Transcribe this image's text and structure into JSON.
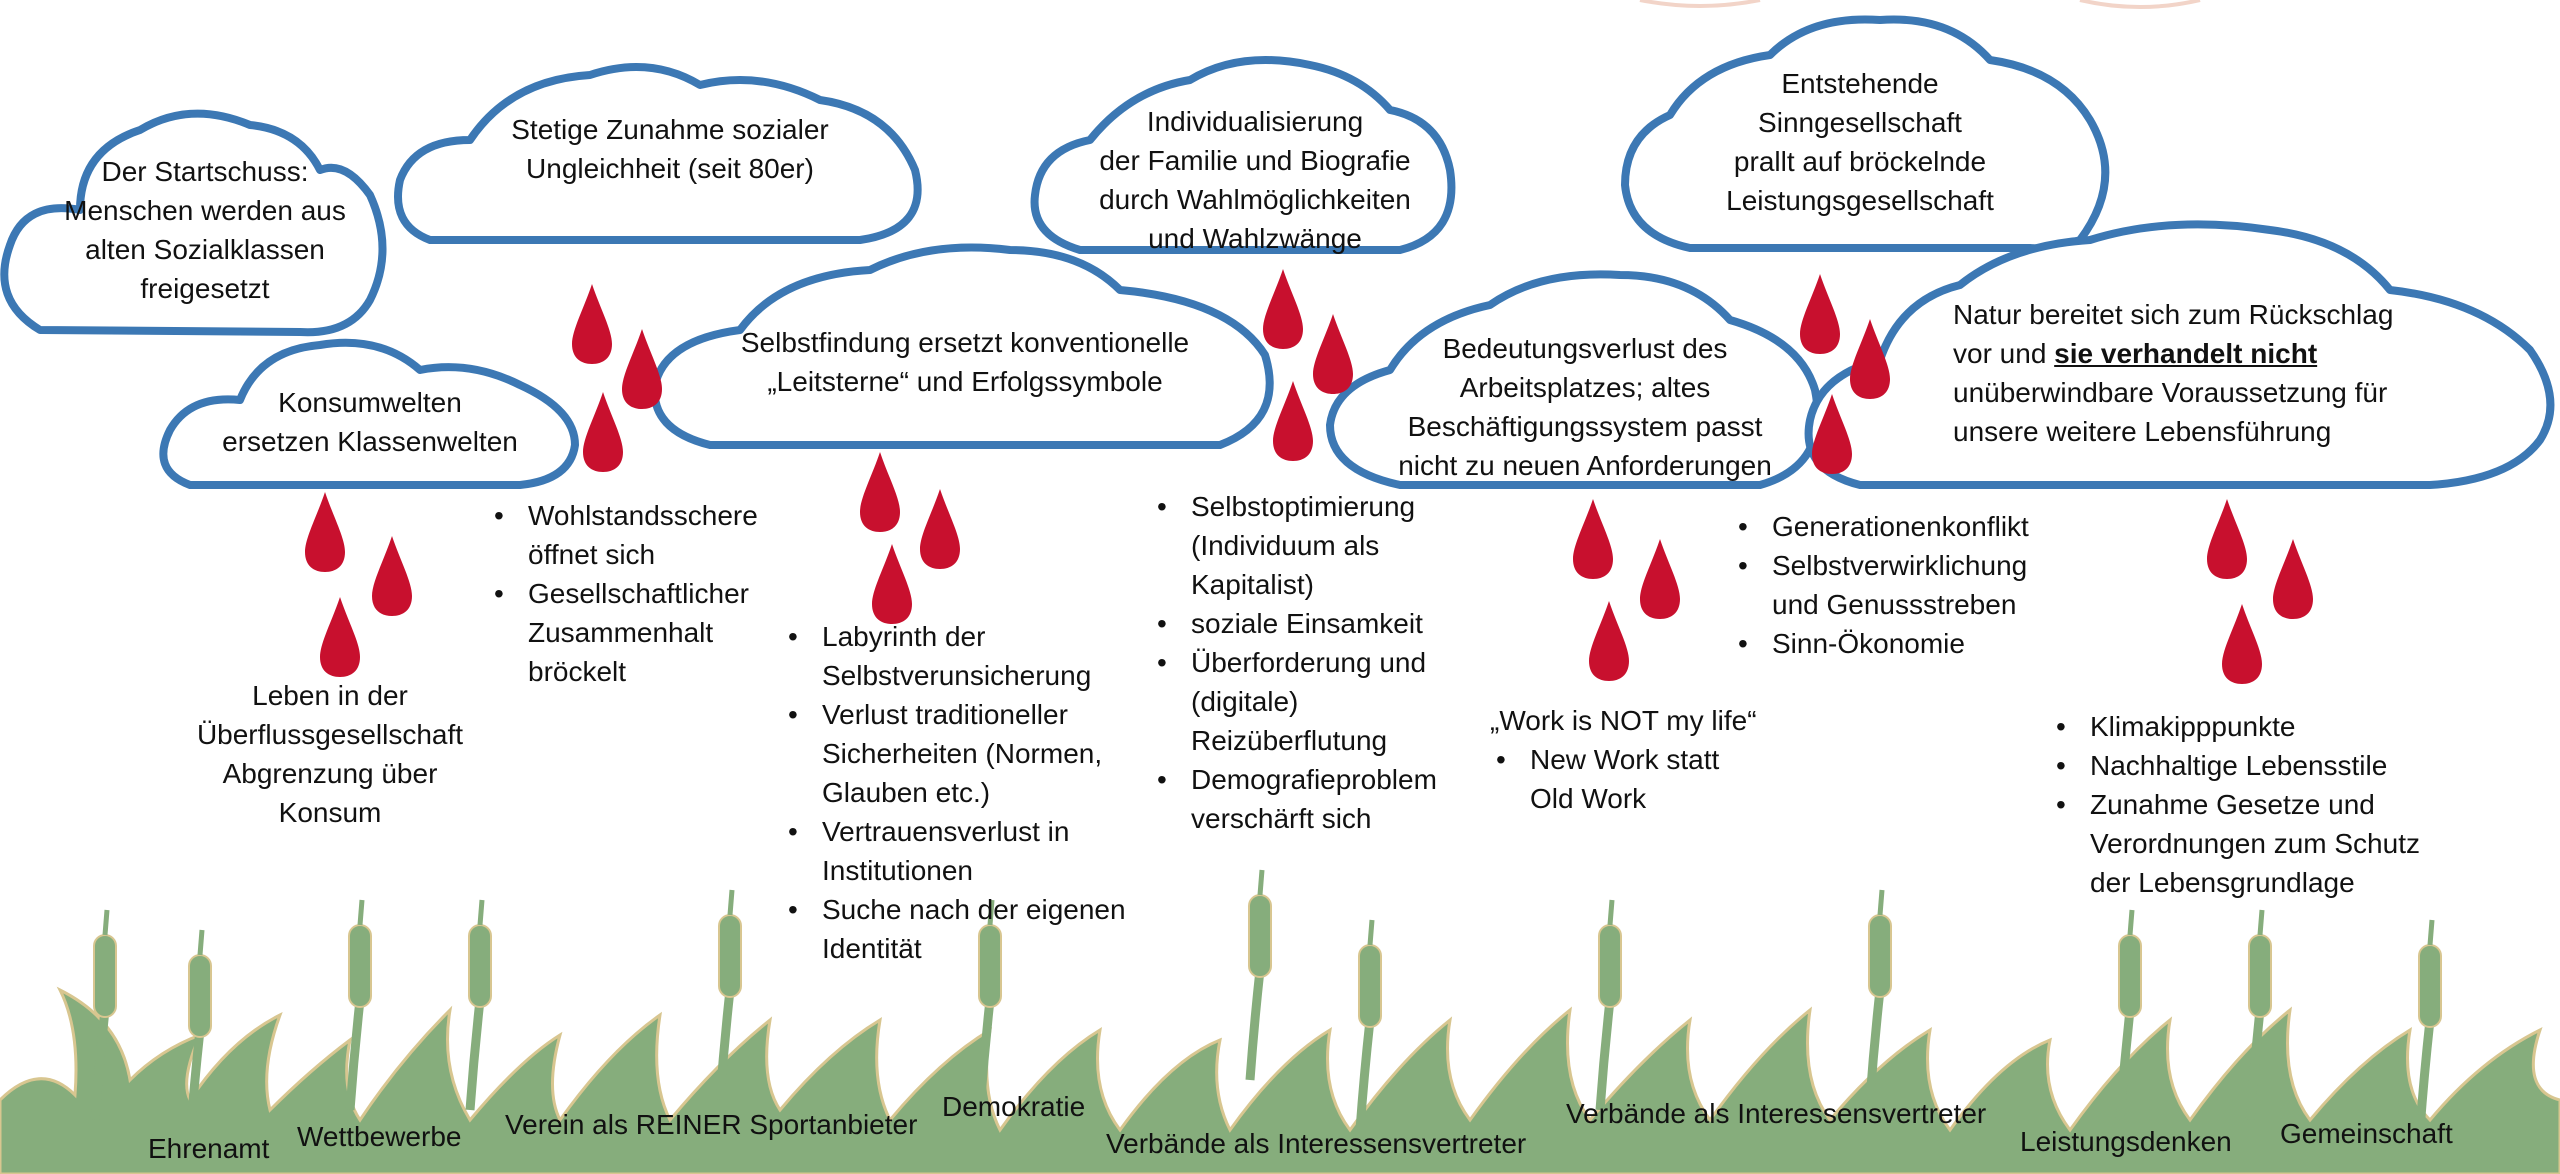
{
  "colors": {
    "cloud_stroke": "#3c78b4",
    "cloud_fill": "#ffffff",
    "drop": "#c8102e",
    "grass": "#86ad7c",
    "grass_edge": "#d8c690"
  },
  "clouds": {
    "startschuss": [
      "Der Startschuss:",
      "Menschen werden aus",
      "alten Sozialklassen",
      "freigesetzt"
    ],
    "konsumwelten": [
      "Konsumwelten",
      "ersetzen Klassenwelten"
    ],
    "ungleichheit": [
      "Stetige Zunahme sozialer",
      "Ungleichheit (seit 80er)"
    ],
    "selbstfindung": [
      "Selbstfindung ersetzt konventionelle",
      "„Leitsterne“ und Erfolgssymbole"
    ],
    "individualisierung": [
      "Individualisierung",
      "der Familie und Biografie",
      "durch Wahlmöglichkeiten",
      "und Wahlzwänge"
    ],
    "bedeutungsverlust": [
      "Bedeutungsverlust des",
      "Arbeitsplatzes; altes",
      "Beschäftigungssystem passt",
      "nicht zu neuen Anforderungen"
    ],
    "sinngesellschaft": [
      "Entstehende",
      "Sinngesellschaft",
      "prallt auf bröckelnde",
      "Leistungsgesellschaft"
    ],
    "natur": {
      "line1": "Natur bereitet sich zum Rückschlag",
      "line2_pre": "vor und ",
      "line2_emph": "sie verhandelt nicht",
      "line3": "unüberwindbare Voraussetzung für",
      "line4": "unsere weitere Lebensführung"
    }
  },
  "outcomes": {
    "konsum_text": [
      "Leben in der",
      "Überflussgesellschaft",
      "Abgrenzung über",
      "Konsum"
    ],
    "ungleichheit_bullets": [
      [
        "Wohlstandsschere",
        "öffnet sich"
      ],
      [
        "Gesellschaftlicher",
        "Zusammenhalt",
        "bröckelt"
      ]
    ],
    "selbstfindung_bullets": [
      [
        "Labyrinth der",
        "Selbstverunsicherung"
      ],
      [
        "Verlust traditioneller",
        "Sicherheiten (Normen,",
        "Glauben etc.)"
      ],
      [
        "Vertrauensverlust in",
        "Institutionen"
      ],
      [
        "Suche nach der eigenen",
        "Identität"
      ]
    ],
    "individualisierung_bullets": [
      [
        "Selbstoptimierung",
        "(Individuum als",
        "Kapitalist)"
      ],
      [
        "soziale Einsamkeit"
      ],
      [
        "Überforderung und",
        "(digitale)",
        "Reizüberflutung"
      ],
      [
        "Demografieproblem",
        "verschärft sich"
      ]
    ],
    "work_quote": "„Work is NOT my life“",
    "work_bullets": [
      [
        "New Work statt",
        "Old Work"
      ]
    ],
    "sinn_bullets": [
      [
        "Generationenkonflikt"
      ],
      [
        "Selbstverwirklichung",
        "und Genussstreben"
      ],
      [
        "Sinn-Ökonomie"
      ]
    ],
    "natur_bullets": [
      [
        "Klimakipppunkte"
      ],
      [
        "Nachhaltige Lebensstile"
      ],
      [
        "Zunahme Gesetze und",
        "Verordnungen zum Schutz",
        "der Lebensgrundlage"
      ]
    ]
  },
  "grass_labels": {
    "ehrenamt": "Ehrenamt",
    "wettbewerbe": "Wettbewerbe",
    "verein": "Verein als REINER Sportanbieter",
    "demokratie": "Demokratie",
    "verbaende1": "Verbände als Interessensvertreter",
    "verbaende2": "Verbände als Interessensvertreter",
    "leistungsdenken": "Leistungsdenken",
    "gemeinschaft": "Gemeinschaft"
  }
}
